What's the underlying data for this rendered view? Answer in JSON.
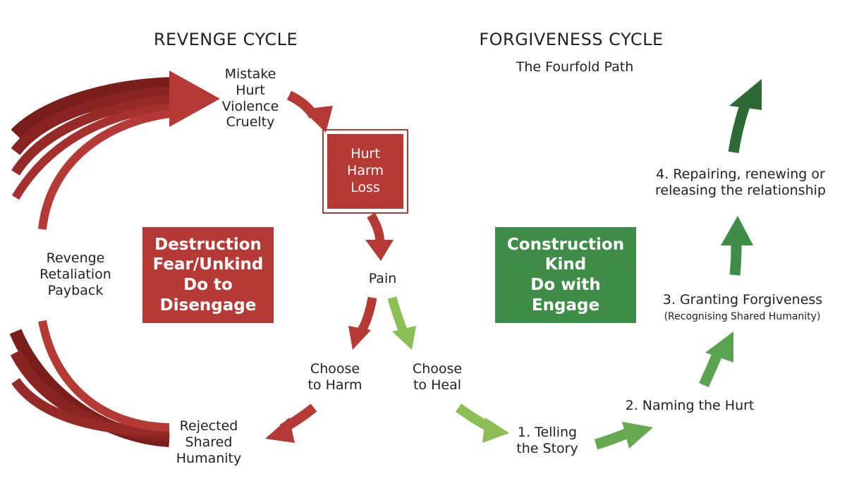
{
  "revenge_title": "REVENGE CYCLE",
  "forgiveness_title": "FORGIVENESS  CYCLE",
  "forgiveness_subtitle": "The Fourfold Path",
  "top_trigger": [
    "Mistake",
    "Hurt",
    "Violence",
    "Cruelty"
  ],
  "hurt_box": [
    "Hurt",
    "Harm",
    "Loss"
  ],
  "pain": "Pain",
  "destruction_box": [
    "Destruction",
    "Fear/Unkind",
    "Do to",
    "Disengage"
  ],
  "construction_box": [
    "Construction",
    "Kind",
    "Do with",
    "Engage"
  ],
  "revenge_labels": [
    "Revenge",
    "Retaliation",
    "Payback"
  ],
  "choose_harm": [
    "Choose",
    "to Harm"
  ],
  "choose_heal": [
    "Choose",
    "to Heal"
  ],
  "rejected": [
    "Rejected",
    "Shared",
    "Humanity"
  ],
  "step1": [
    "1. Telling",
    "the Story"
  ],
  "step2": "2. Naming the Hurt",
  "step3": "3. Granting Forgiveness",
  "step3_note": "(Recognising Shared Humanity)",
  "step4": [
    "4. Repairing, renewing or",
    "releasing the relationship"
  ],
  "colors": {
    "red": "#b53a36",
    "dark_red": "#7a1e1c",
    "light_green": "#8bbf55",
    "green": "#4f9a4e",
    "dark_green": "#2d6a35",
    "box_green": "#3f8c49"
  }
}
